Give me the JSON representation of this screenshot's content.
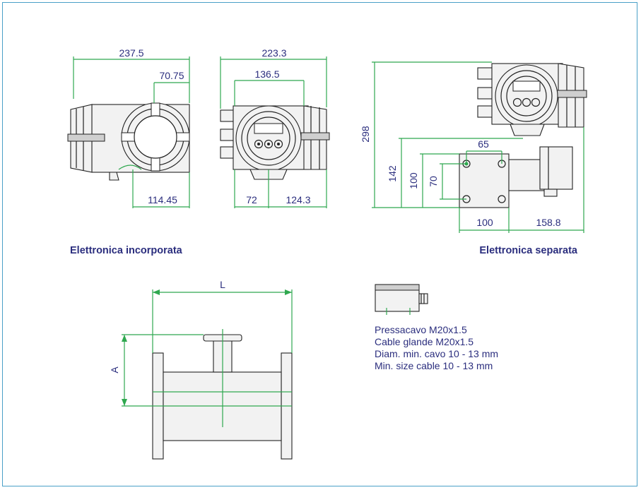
{
  "dimensions": {
    "incorporata": {
      "total_width": "237.5",
      "right_offset": "70.75",
      "bottom_width": "114.45"
    },
    "front": {
      "total_width": "223.3",
      "top_width": "136.5",
      "bottom_left": "72",
      "bottom_right": "124.3"
    },
    "separata": {
      "total_height": "298",
      "height_mid": "142",
      "height_box": "100",
      "height_inner": "70",
      "top_width": "65",
      "bottom_left": "100",
      "bottom_right": "158.8"
    },
    "flow_tube": {
      "length": "L",
      "height": "A"
    }
  },
  "captions": {
    "incorporata": "Elettronica incorporata",
    "separata": "Elettronica separata"
  },
  "cable_note": [
    "Pressacavo M20x1.5",
    "Cable glande M20x1.5",
    "Diam. min. cavo 10 - 13 mm",
    "Min. size cable 10 - 13 mm"
  ],
  "colors": {
    "dimension_line": "#2fa84f",
    "text": "#2b2e7e",
    "border": "#4aa0c8"
  }
}
